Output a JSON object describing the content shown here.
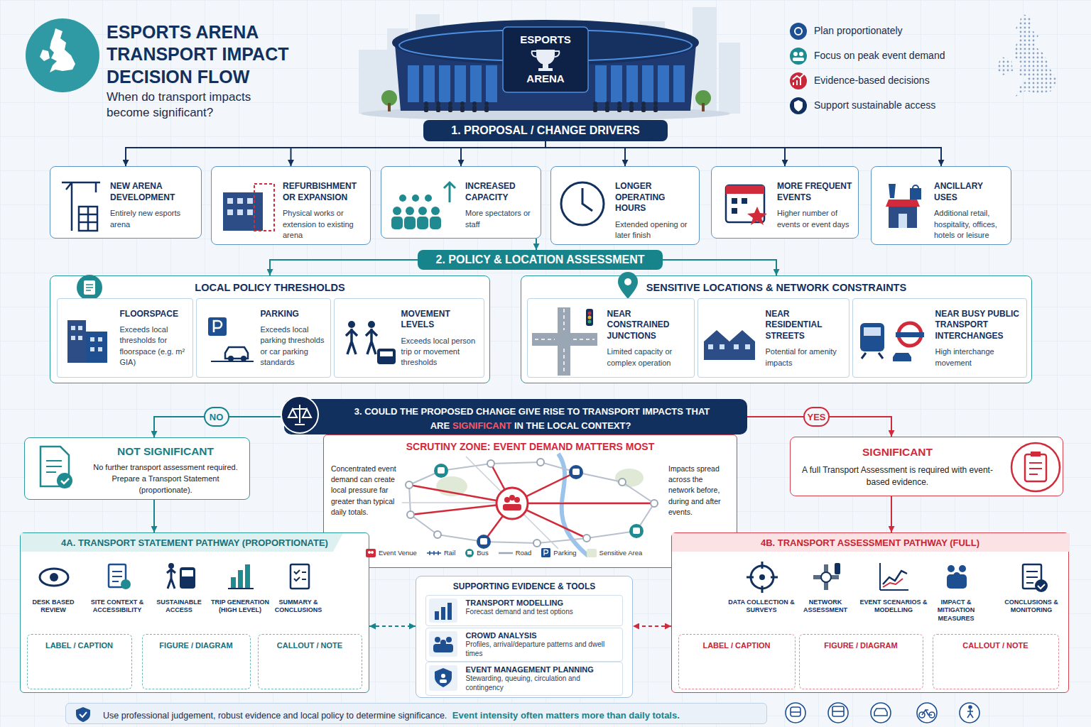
{
  "diagram": {
    "title": "ESPORTS ARENA TRANSPORT IMPACT DECISION FLOW",
    "caption": "When do transport impacts become significant?",
    "nodes": [
      {
        "text": [
          "1. PROPOSAL / CHANGE DRIVERS"
        ]
      },
      {
        "text": [
          "NEW ARENA DEVELOPMENT",
          "Entirely new esports arena"
        ]
      },
      {
        "text": [
          "REFURBISHMENT OR EXPANSION",
          "Physical works or extension to existing arena"
        ]
      },
      {
        "text": [
          "INCREASED CAPACITY",
          "More spectators or staff"
        ]
      },
      {
        "text": [
          "LONGER OPERATING HOURS",
          "Extended opening or later finish"
        ]
      },
      {
        "text": [
          "MORE FREQUENT EVENTS",
          "Higher number of events or event days"
        ]
      },
      {
        "text": [
          "ANCILLARY USES",
          "Additional retail, hospitality, offices, hotels or leisure"
        ]
      },
      {
        "text": [
          "2. POLICY & LOCATION ASSESSMENT"
        ]
      },
      {
        "text": [
          "LOCAL POLICY THRESHOLDS"
        ]
      },
      {
        "text": [
          "FLOORSPACE",
          "Exceeds local thresholds for floorspace (e.g. m² GIA)"
        ],
        "in": 8
      },
      {
        "text": [
          "PARKING",
          "Exceeds local parking thresholds or car parking standards"
        ],
        "in": 8
      },
      {
        "text": [
          "MOVEMENT LEVELS",
          "Exceeds local person trip or movement thresholds"
        ],
        "in": 8
      },
      {
        "text": [
          "SENSITIVE LOCATIONS & NETWORK CONSTRAINTS"
        ]
      },
      {
        "text": [
          "NEAR CONSTRAINED JUNCTIONS",
          "Limited capacity or complex operation"
        ],
        "in": 12
      },
      {
        "text": [
          "NEAR RESIDENTIAL STREETS",
          "Potential for amenity impacts"
        ],
        "in": 12
      },
      {
        "text": [
          "NEAR BUSY PUBLIC TRANSPORT INTERCHANGES",
          "High interchange movement"
        ],
        "in": 12
      },
      {
        "text": [
          "3. COULD THE PROPOSED CHANGE GIVE RISE TO TRANSPORT IMPACTS THAT ARE",
          "SIGNIFICANT",
          "IN THE LOCAL CONTEXT?"
        ]
      },
      {
        "text": [
          "NOT SIGNIFICANT",
          "No further transport assessment required. Prepare a Transport Statement (proportionate)."
        ]
      },
      {
        "text": [
          "SCRUTINY ZONE: EVENT DEMAND MATTERS MOST",
          "Concentrated event demand can create local pressure far greater than typical daily totals.",
          "Impacts spread across the network before, during and after events."
        ]
      },
      {
        "text": [
          "SIGNIFICANT",
          "A full Transport Assessment is required with event-based evidence."
        ]
      },
      {
        "text": [
          "4A. TRANSPORT STATEMENT PATHWAY (PROPORTIONATE)"
        ]
      },
      {
        "text": [
          "LABEL / CAPTION"
        ],
        "in": 20
      },
      {
        "text": [
          "FIGURE / DIAGRAM"
        ],
        "in": 20
      },
      {
        "text": [
          "CALLOUT / NOTE"
        ],
        "in": 20
      },
      {
        "text": [
          "SUPPORTING EVIDENCE & TOOLS"
        ]
      },
      {
        "text": [
          "TRANSPORT MODELLING",
          "Forecast demand and test options"
        ],
        "in": 24
      },
      {
        "text": [
          "CROWD ANALYSIS",
          "Profiles, arrival/departure patterns and dwell times"
        ],
        "in": 24
      },
      {
        "text": [
          "EVENT MANAGEMENT PLANNING",
          "Stewarding, queuing, circulation and contingency"
        ],
        "in": 24
      },
      {
        "text": [
          "4B. TRANSPORT ASSESSMENT PATHWAY (FULL)"
        ]
      },
      {
        "text": [
          "LABEL / CAPTION"
        ],
        "in": 28
      },
      {
        "text": [
          "FIGURE / DIAGRAM"
        ],
        "in": 28
      },
      {
        "text": [
          "CALLOUT / NOTE"
        ],
        "in": 28
      },
      {
        "text": [
          "Use professional judgement, robust evidence and local policy to determine significance.",
          "Event intensity often matters more than daily totals."
        ]
      }
    ],
    "edges": [
      {
        "from": 0,
        "to": 1,
        "arrow": "to"
      },
      {
        "from": 0,
        "to": 2,
        "arrow": "to"
      },
      {
        "from": 0,
        "to": 3,
        "arrow": "to"
      },
      {
        "from": 0,
        "to": 4,
        "arrow": "to"
      },
      {
        "from": 0,
        "to": 5,
        "arrow": "to"
      },
      {
        "from": 0,
        "to": 6,
        "arrow": "to"
      },
      {
        "from": 3,
        "to": 7,
        "arrow": "to"
      },
      {
        "from": 7,
        "to": 8,
        "arrow": "to"
      },
      {
        "from": 7,
        "to": 12,
        "arrow": "to"
      },
      {
        "from": 16,
        "to": 17,
        "label": "NO",
        "arrow": "to"
      },
      {
        "from": 16,
        "to": 19,
        "label": "YES",
        "arrow": "to"
      },
      {
        "from": 17,
        "to": 20,
        "arrow": "to"
      },
      {
        "from": 19,
        "to": 28,
        "arrow": "to"
      },
      {
        "from": 20,
        "to": 24,
        "arrow": "both"
      },
      {
        "from": 28,
        "to": 24,
        "arrow": "both"
      }
    ],
    "labels": [
      "ESPORTS",
      "ARENA",
      "Plan proportionately",
      "Focus on peak event demand",
      "Evidence-based decisions",
      "Support sustainable access",
      "DESK BASED REVIEW",
      "SITE CONTEXT & ACCESSIBILITY",
      "SUSTAINABLE ACCESS",
      "TRIP GENERATION (HIGH LEVEL)",
      "SUMMARY & CONCLUSIONS",
      "DATA COLLECTION & SURVEYS",
      "NETWORK ASSESSMENT",
      "EVENT SCENARIOS & MODELLING",
      "IMPACT & MITIGATION MEASURES",
      "CONCLUSIONS & MONITORING"
    ],
    "legend": [
      {
        "text": "Event Venue"
      },
      {
        "text": "Rail"
      },
      {
        "text": "Bus"
      },
      {
        "text": "Road"
      },
      {
        "text": "Parking"
      },
      {
        "text": "Sensitive Area",
        "color": "#dfe9d6"
      }
    ]
  }
}
